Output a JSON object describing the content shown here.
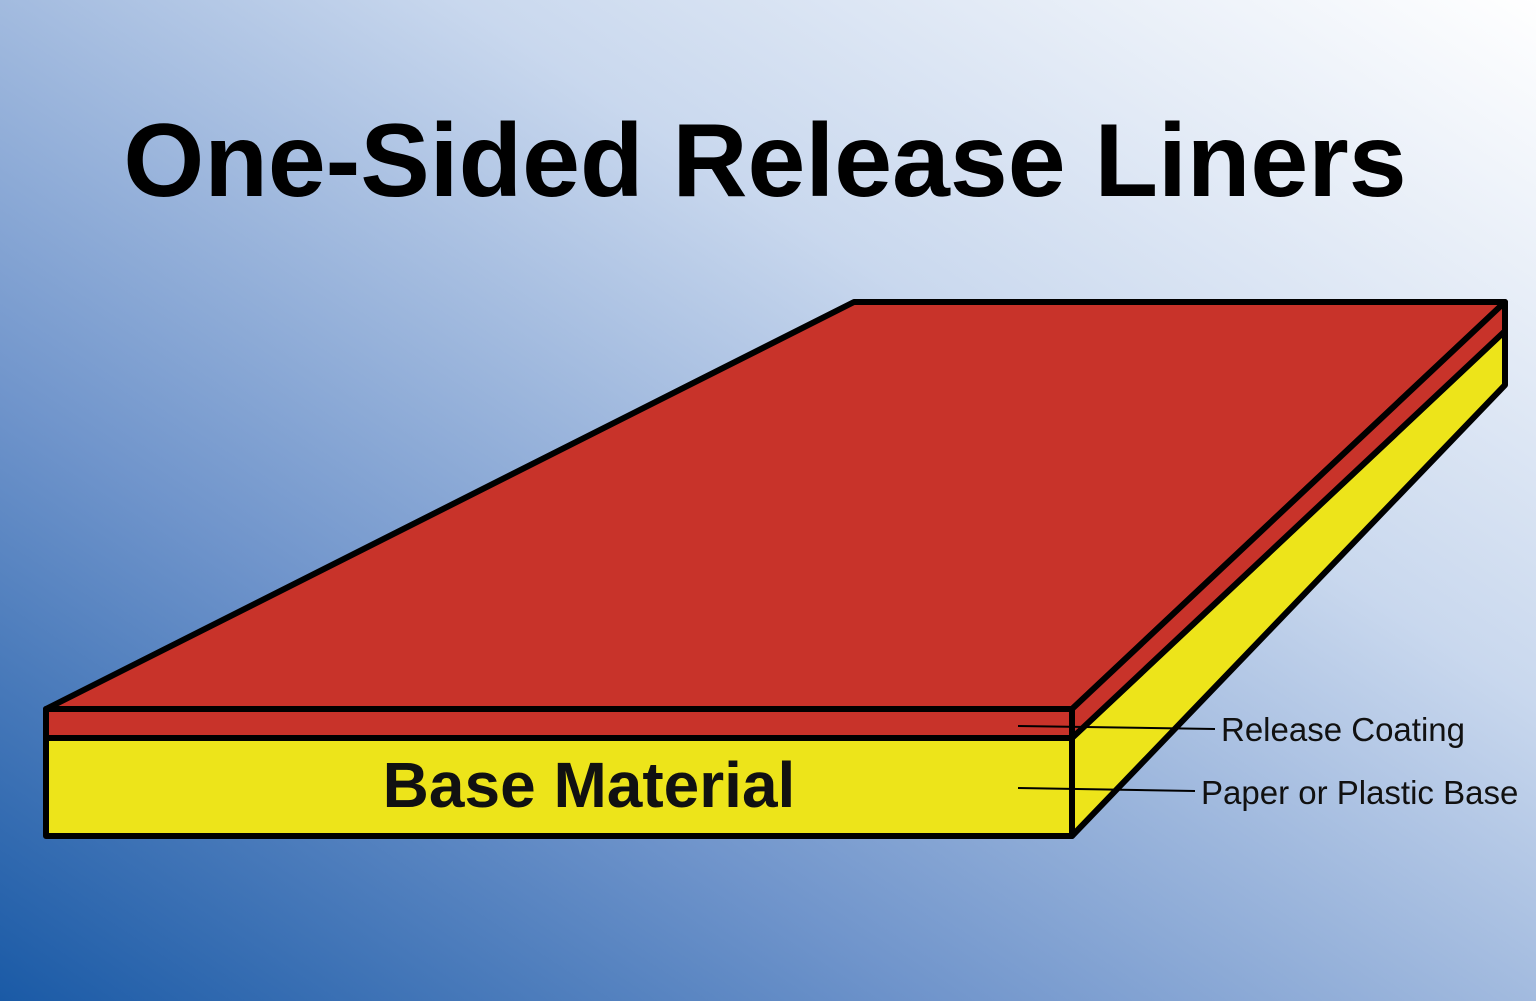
{
  "title": "One-Sided Release Liners",
  "layers": {
    "base_label": "Base Material",
    "release_coating_label": "Release Coating",
    "paper_plastic_label": "Paper or Plastic Base"
  },
  "colors": {
    "background_light": "#ffffff",
    "background_dark": "#1a5aa6",
    "release_coating": "#c8332a",
    "base_material": "#ede41a",
    "outline": "#000000"
  }
}
